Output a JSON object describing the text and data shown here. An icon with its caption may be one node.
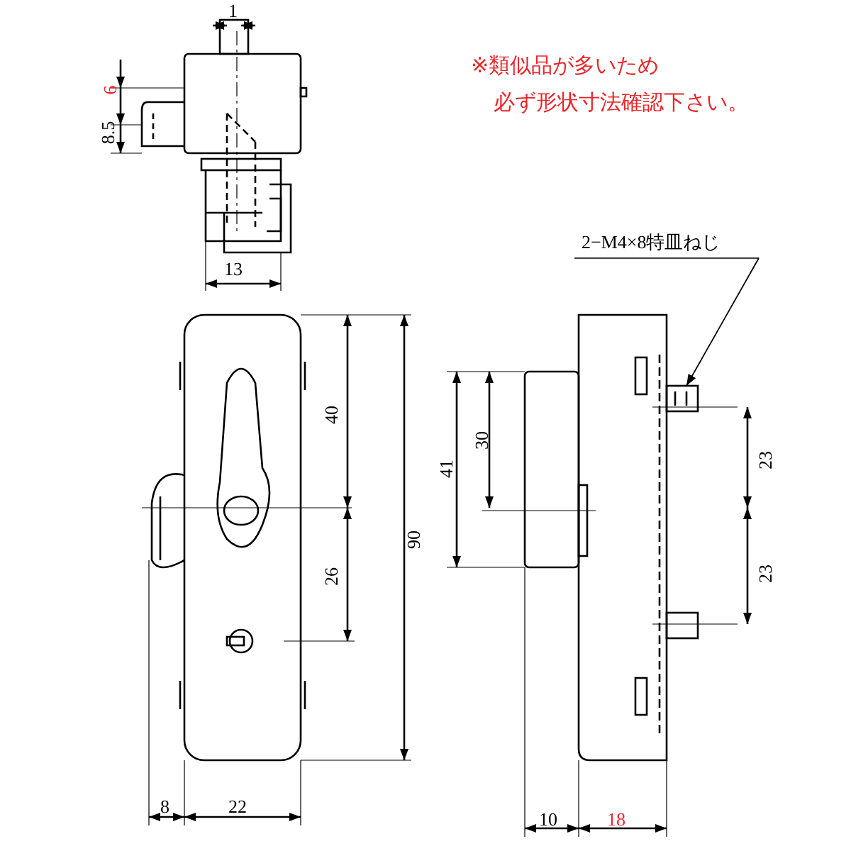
{
  "diagram": {
    "nodes": [
      {
        "text": [
          "2−M4×8特皿ねじ"
        ]
      },
      {
        "text": [],
        "shape": "picture"
      }
    ],
    "edges": [
      {
        "from": 0,
        "to": 1,
        "arrow": "to"
      }
    ],
    "labels": [
      "1",
      "※類似品が多いため",
      "必ず形状寸法確認下さい。",
      "6",
      "8.5",
      "13",
      "40",
      "41",
      "30",
      "23",
      "26",
      "90",
      "23",
      "8",
      "22",
      "10",
      "18"
    ]
  }
}
